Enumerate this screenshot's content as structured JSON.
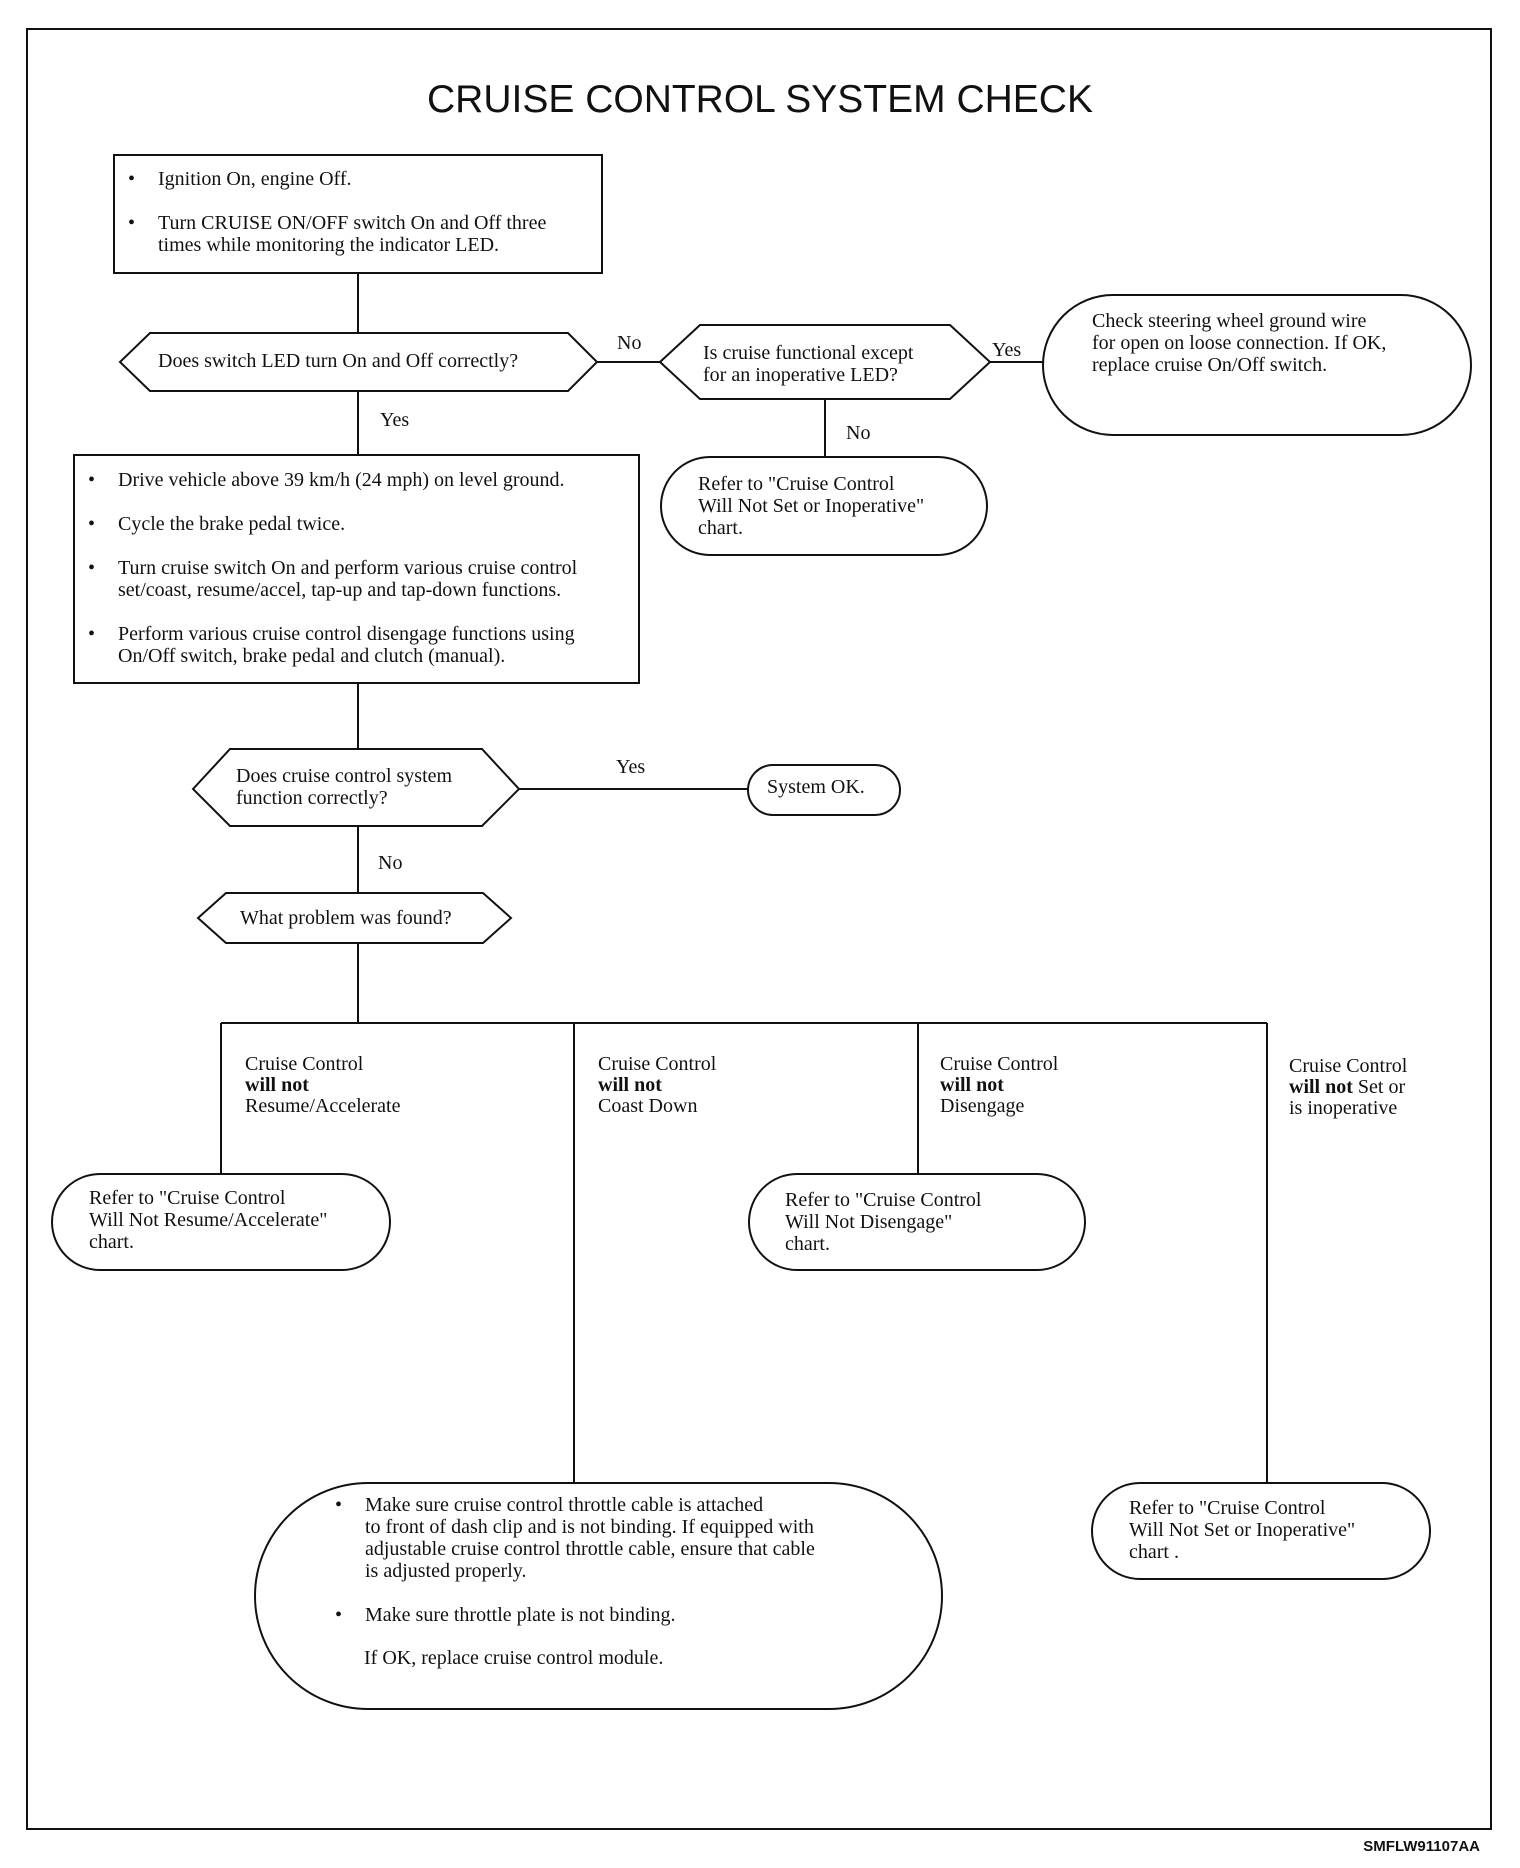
{
  "title": "CRUISE CONTROL SYSTEM CHECK",
  "steps": {
    "step1": [
      "Ignition On, engine Off.",
      "Turn CRUISE ON/OFF switch On and Off three\ntimes while monitoring the indicator LED."
    ],
    "step2": [
      "Drive vehicle above 39 km/h (24 mph) on level ground.",
      "Cycle the brake pedal twice.",
      "Turn cruise switch On and perform various cruise control\nset/coast, resume/accel, tap-up and tap-down functions.",
      "Perform various cruise control disengage functions using\nOn/Off switch, brake pedal and clutch (manual)."
    ]
  },
  "decisions": {
    "led": "Does switch LED turn On and Off correctly?",
    "functional": "Is cruise functional except\nfor an inoperative LED?",
    "system": "Does cruise control system\nfunction correctly?",
    "problem": "What problem was found?"
  },
  "labels": {
    "no1": "No",
    "yes1": "Yes",
    "no2": "No",
    "yes2": "Yes",
    "yes3": "Yes",
    "no3": "No"
  },
  "results": {
    "steering": "Check steering wheel ground wire\nfor open on loose connection. If OK,\nreplace cruise On/Off switch.",
    "refer_set1": "Refer to \"Cruise Control\nWill Not Set or Inoperative\"\nchart.",
    "system_ok": "System OK.",
    "refer_resume": "Refer to \"Cruise Control\nWill Not Resume/Accelerate\"\nchart.",
    "refer_disengage": "Refer to \"Cruise Control\nWill Not Disengage\"\nchart.",
    "refer_set2": "Refer to \"Cruise Control\nWill Not Set or Inoperative\"\nchart .",
    "throttle_bullets": [
      "Make sure cruise control throttle cable is attached\nto front of dash clip and is not binding. If equipped with\nadjustable cruise control throttle cable, ensure that cable\nis adjusted properly.",
      "Make sure throttle plate is not binding."
    ],
    "throttle_final": "If OK, replace cruise control module."
  },
  "branches": {
    "resume": {
      "l1": "Cruise Control",
      "l2": "will not",
      "l3": "Resume/Accelerate"
    },
    "coast": {
      "l1": "Cruise Control",
      "l2": "will not",
      "l3": "Coast Down"
    },
    "disengage": {
      "l1": "Cruise Control",
      "l2": "will not",
      "l3": "Disengage"
    },
    "set": {
      "l1": "Cruise Control",
      "l2": "will not",
      "l2b": " Set or",
      "l3": "is inoperative"
    }
  },
  "figure_code": "SMFLW91107AA"
}
